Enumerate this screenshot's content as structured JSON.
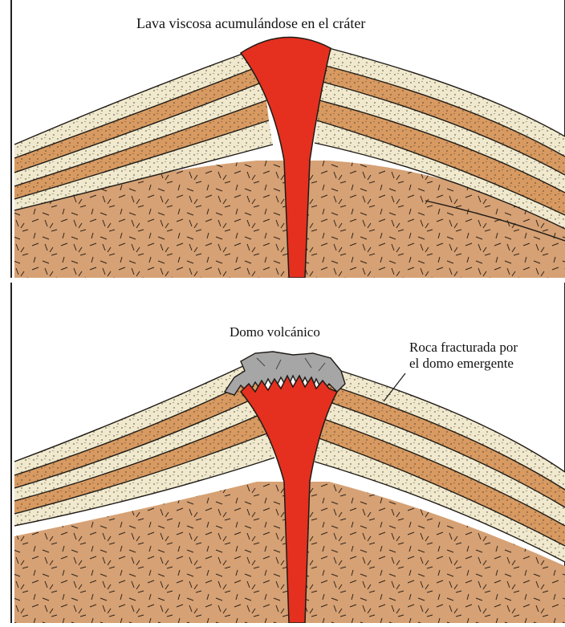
{
  "top_panel": {
    "caption": "Lava viscosa acumulándose en el cráter"
  },
  "bottom_panel": {
    "caption": "Domo volcánico",
    "annotation_line1": "Roca fracturada por",
    "annotation_line2": "el domo emergente"
  },
  "colors": {
    "lava": "#e5301f",
    "light_layer": "#f0e9cd",
    "dark_layer": "#d89a61",
    "basement": "#d6a174",
    "dome_rock": "#a6a6a6",
    "outline": "#1e1a16"
  }
}
